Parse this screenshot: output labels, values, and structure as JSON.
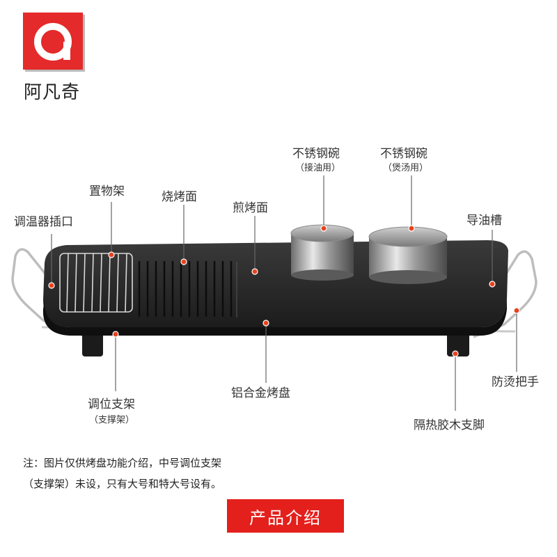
{
  "brand": {
    "name": "阿凡奇",
    "accent": "#e42a2a"
  },
  "callouts": {
    "thermostat_port": "调温器插口",
    "rack": "置物架",
    "grill_surface": "烧烤面",
    "fry_surface": "煎烤面",
    "bowl_left": {
      "title": "不锈钢碗",
      "sub": "（接油用）"
    },
    "bowl_right": {
      "title": "不锈钢碗",
      "sub": "（煲汤用）"
    },
    "oil_groove": "导油槽",
    "adjust_stand": {
      "title": "调位支架",
      "sub": "（支撑架）"
    },
    "aluminum_plate": "铝合金烤盘",
    "handle": "防烫把手",
    "insulated_feet": "隔热胶木支脚"
  },
  "note": {
    "line1": "注：图片仅供烤盘功能介绍，中号调位支架",
    "line2": "（支撑架）未设，只有大号和特大号设有。"
  },
  "badge": {
    "label": "产品介绍",
    "color": "#e3201c"
  }
}
